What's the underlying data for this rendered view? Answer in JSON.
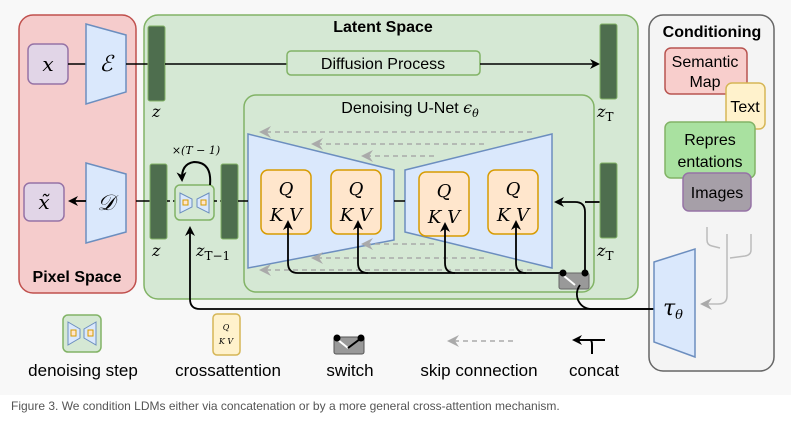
{
  "figure": {
    "regions": {
      "pixel_space": "Pixel Space",
      "latent_space": "Latent Space",
      "conditioning": "Conditioning",
      "unet": "Denoising U-Net ",
      "unet_symbol": "ϵ",
      "unet_sub": "θ"
    },
    "symbols": {
      "x": "x",
      "x_tilde": "x̃",
      "encoder": "ℰ",
      "decoder": "𝒟",
      "z": "z",
      "z_T": "z",
      "T_sub": "T",
      "T_minus_1_sub": "T−1",
      "tau": "τ",
      "theta": "θ",
      "repeat": "×(T − 1)"
    },
    "diffusion_process": "Diffusion Process",
    "attention": {
      "q": "Q",
      "kv": "K V"
    },
    "conditioning_items": [
      "Semantic Map",
      "Text",
      "Repres entations",
      "Images"
    ],
    "conditioning_lines": [
      [
        "Semantic",
        "Map"
      ],
      [
        "Text"
      ],
      [
        "Repres",
        "entations"
      ],
      [
        "Images"
      ]
    ],
    "legend": [
      {
        "label": "denoising step",
        "icon": "denoising-step-icon"
      },
      {
        "label": "crossattention",
        "icon": "crossattention-icon"
      },
      {
        "label": "switch",
        "icon": "switch-icon"
      },
      {
        "label": "skip connection",
        "icon": "skip-connection-icon"
      },
      {
        "label": "concat",
        "icon": "concat-icon"
      }
    ],
    "colors": {
      "pixel_bg": "#f5cccc",
      "pixel_border": "#c0504d",
      "latent_bg": "#d5e8d4",
      "latent_border": "#82b366",
      "latent_bar": "#4e6e4e",
      "encoder_fill": "#dae8fc",
      "encoder_stroke": "#6c8ebf",
      "attn_fill": "#ffe6cc",
      "attn_stroke": "#d79b00",
      "input_fill": "#e1d5e7",
      "input_stroke": "#9673a6",
      "semantic_fill": "#f8cecc",
      "text_fill": "#fff2cc",
      "repr_fill": "#a9e1a0",
      "images_fill": "#a69fa8",
      "skip": "#aaaaaa"
    }
  },
  "caption": "Figure 3. We condition LDMs either via concatenation or by a more general cross-attention mechanism."
}
